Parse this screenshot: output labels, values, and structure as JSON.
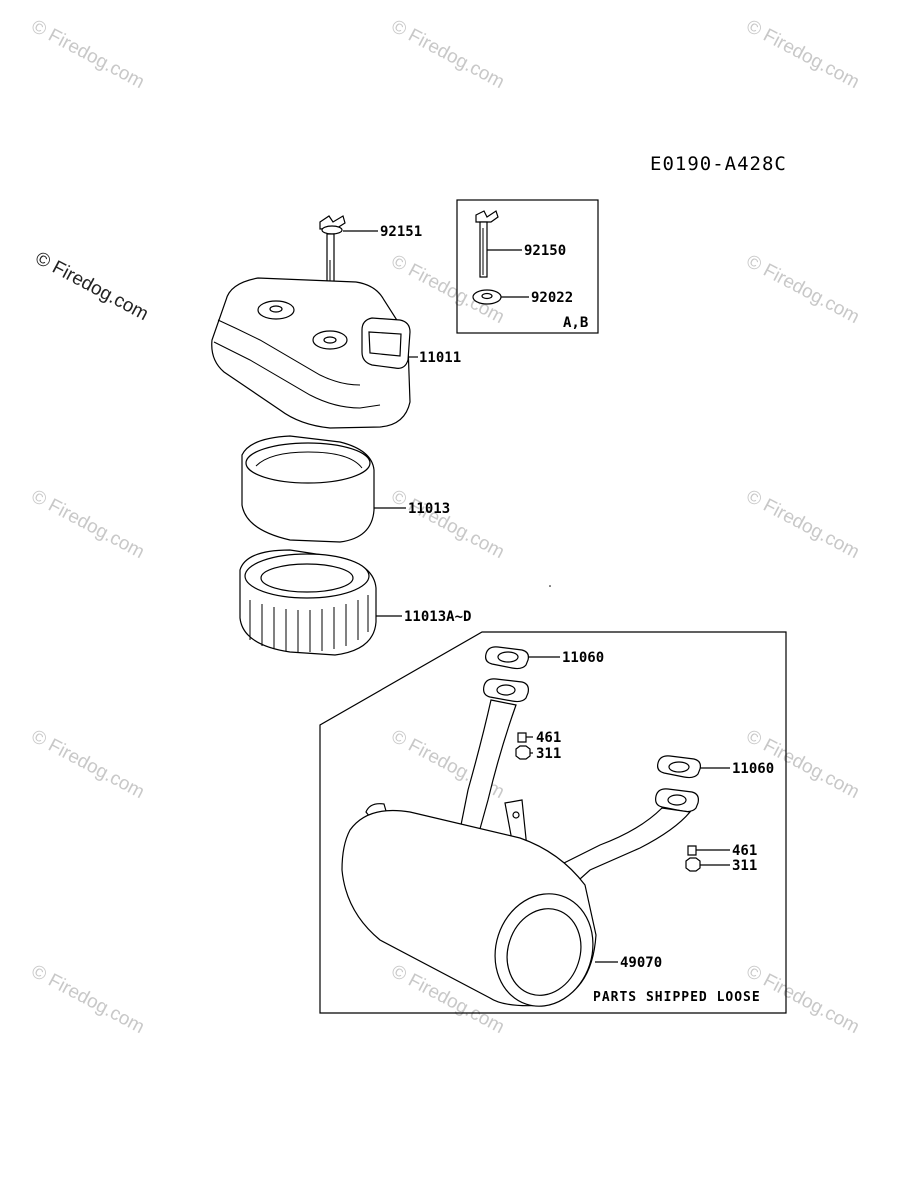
{
  "diagram_code": "E0190-A428C",
  "watermark_text": "© Firedog.com",
  "inset_note": "A,B",
  "box_note": "PARTS SHIPPED LOOSE",
  "parts": {
    "p92151": "92151",
    "p92150": "92150",
    "p92022": "92022",
    "p11011": "11011",
    "p11013": "11013",
    "p11013ad": "11013A~D",
    "p11060a": "11060",
    "p461a": "461",
    "p311a": "311",
    "p11060b": "11060",
    "p461b": "461",
    "p311b": "311",
    "p49070": "49070"
  },
  "colors": {
    "ink": "#000000",
    "watermark": "#c8c8c8",
    "background": "#ffffff"
  }
}
